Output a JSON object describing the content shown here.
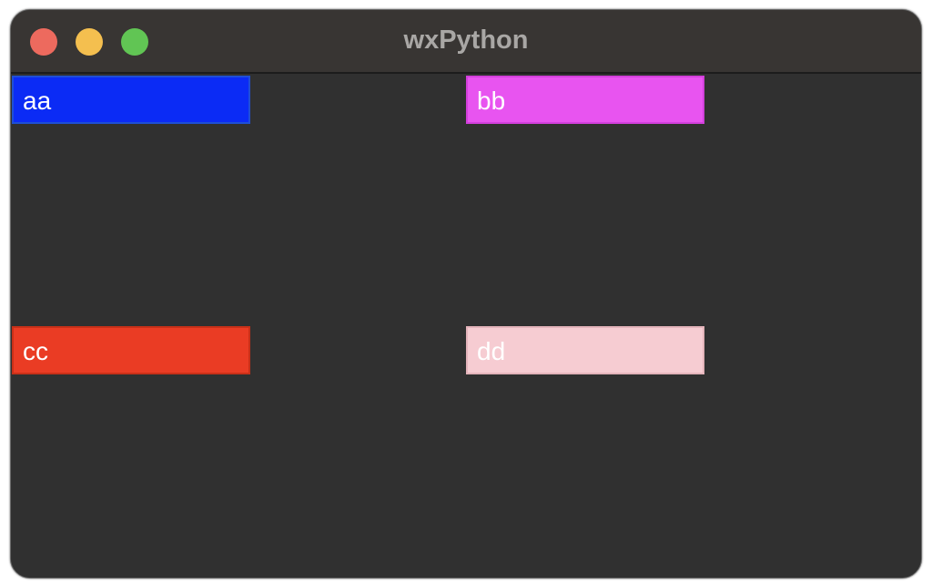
{
  "window": {
    "title": "wxPython",
    "background": "#303030",
    "titlebar_background": "#383533",
    "traffic_lights": {
      "close_color": "#ed6a5e",
      "minimize_color": "#f4bf4f",
      "zoom_color": "#61c554"
    }
  },
  "fields": [
    {
      "value": "aa",
      "background": "#0b2bf5",
      "border": "#1f4fd6"
    },
    {
      "value": "bb",
      "background": "#e854f0",
      "border": "#d33fdc"
    },
    {
      "value": "cc",
      "background": "#ea3c24",
      "border": "#c93018"
    },
    {
      "value": "dd",
      "background": "#f6ccd2",
      "border": "#e4b4bb"
    }
  ]
}
